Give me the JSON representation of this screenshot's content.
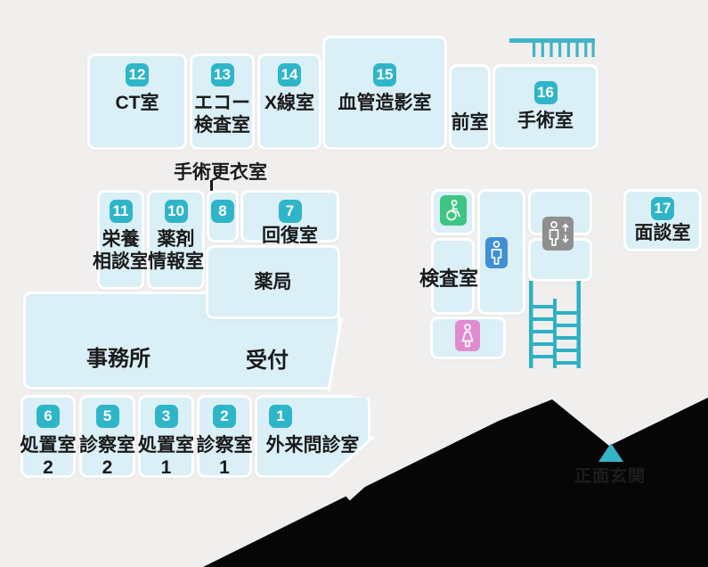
{
  "map_type": "hospital-floor-map",
  "colors": {
    "background": "#f0efee",
    "room_fill": "#daeff6",
    "room_border": "#ffffff",
    "number_badge": "#2fb5c8",
    "label_text": "#1a1a1a",
    "stairs": "#2fb0c4",
    "hatch": "#3fb5c7",
    "wheelchair_tile": "#3ec583",
    "male_toilet_tile": "#3f8fd2",
    "elevator_tile": "#8f8f8f",
    "female_toilet_tile": "#e18bd0",
    "mountain_silhouette": "#060606",
    "location_marker": "#35b4c8"
  },
  "rooms": [
    {
      "number": "12",
      "label": "CT室"
    },
    {
      "number": "13",
      "label": "エコー\n検査室"
    },
    {
      "number": "14",
      "label": "X線室"
    },
    {
      "number": "15",
      "label": "血管造影室"
    },
    {
      "label": "前室"
    },
    {
      "number": "16",
      "label": "手術室"
    },
    {
      "number": "7",
      "label": "回復室"
    },
    {
      "number": "8"
    },
    {
      "number": "11",
      "label": "栄養\n相談室"
    },
    {
      "number": "10",
      "label": "薬剤\n情報室"
    },
    {
      "label": "薬局"
    },
    {
      "label": "事務所"
    },
    {
      "label": "受付"
    },
    {
      "number": "6",
      "label": "処置室\n2"
    },
    {
      "number": "5",
      "label": "診察室\n2"
    },
    {
      "number": "3",
      "label": "処置室\n1"
    },
    {
      "number": "2",
      "label": "診察室\n1"
    },
    {
      "number": "1",
      "label": "外来問診室"
    },
    {
      "label": "検査室"
    },
    {
      "number": "17",
      "label": "面談室"
    }
  ],
  "annotations": {
    "dressing_room": "手術更衣室",
    "entrance": "正面玄関"
  },
  "icons": [
    {
      "name": "wheelchair-icon",
      "color": "#3ec583"
    },
    {
      "name": "male-toilet-icon",
      "color": "#3f8fd2"
    },
    {
      "name": "elevator-icon",
      "color": "#8f8f8f"
    },
    {
      "name": "female-toilet-icon",
      "color": "#e18bd0"
    },
    {
      "name": "stairs-icon",
      "color": "#2fb0c4"
    },
    {
      "name": "hatch-icon",
      "color": "#3fb5c7"
    },
    {
      "name": "location-marker-icon",
      "color": "#35b4c8"
    }
  ]
}
